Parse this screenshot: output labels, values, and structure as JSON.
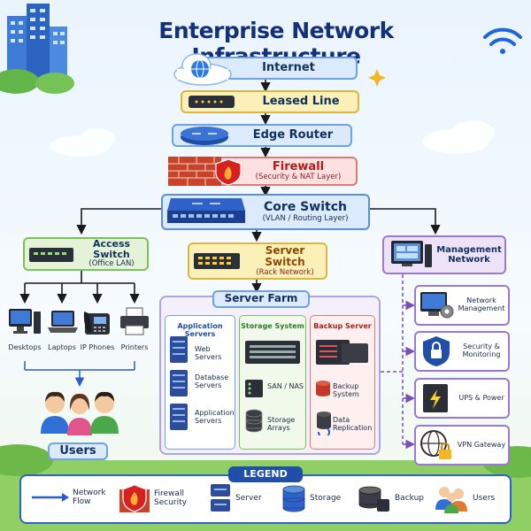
{
  "title": "Enterprise Network Infrastructure",
  "colors": {
    "title": "#13307a",
    "blue_box": "#dbeafd",
    "yellow_box": "#fbf1b8",
    "red_box": "#fde0e0",
    "green_box": "#e4f3d8",
    "purple_box": "#ede2f8",
    "arrow": "#1a1a1a",
    "link_blue": "#2a5bd7"
  },
  "top_chain": {
    "internet": "Internet",
    "leased_line": "Leased Line",
    "edge_router": "Edge Router",
    "firewall": {
      "label": "Firewall",
      "sub": "(Security & NAT Layer)"
    },
    "core_switch": {
      "label": "Core Switch",
      "sub": "(VLAN / Routing Layer)"
    }
  },
  "access_switch": {
    "label": "Access Switch",
    "sub": "(Office LAN)"
  },
  "endpoints": [
    "Desktops",
    "Laptops",
    "IP Phones",
    "Printers"
  ],
  "users": "Users",
  "server_switch": {
    "label": "Server Switch",
    "sub": "(Rack Network)"
  },
  "server_farm": {
    "title": "Server Farm",
    "columns": [
      {
        "title": "Application Servers",
        "items": [
          "Web Servers",
          "Database Servers",
          "Application Servers"
        ]
      },
      {
        "title": "Storage System",
        "items": [
          "SAN / NAS",
          "Storage Arrays"
        ]
      },
      {
        "title": "Backup Server",
        "items": [
          "Backup System",
          "Data Replication"
        ]
      }
    ]
  },
  "management": {
    "label": "Management Network",
    "items": [
      "Network Management",
      "Security & Monitoring",
      "UPS & Power",
      "VPN Gateway"
    ]
  },
  "legend": {
    "title": "LEGEND",
    "items": [
      "Network Flow",
      "Firewall Security",
      "Server",
      "Storage",
      "Backup",
      "Users"
    ]
  }
}
